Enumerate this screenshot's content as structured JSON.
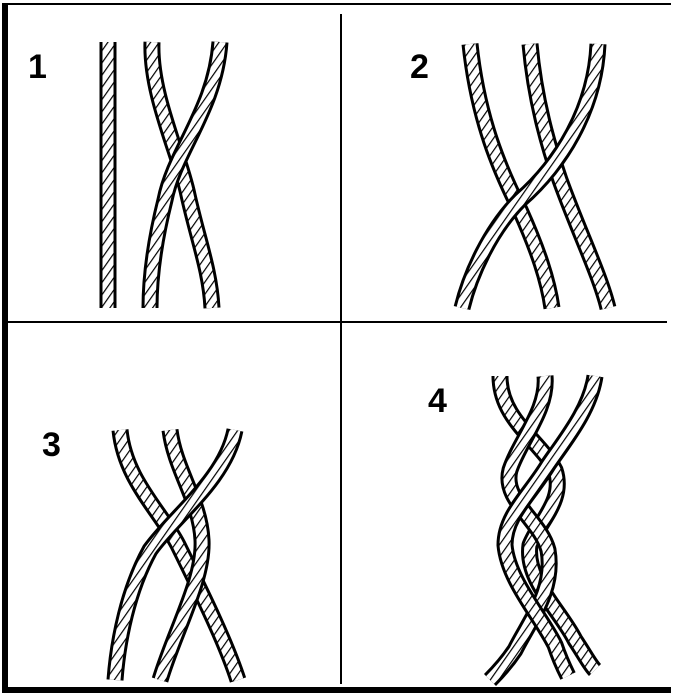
{
  "panels": [
    {
      "id": "panel-1",
      "label": "1"
    },
    {
      "id": "panel-2",
      "label": "2"
    },
    {
      "id": "panel-3",
      "label": "3"
    },
    {
      "id": "panel-4",
      "label": "4"
    }
  ],
  "colors": {
    "ink": "#000000",
    "paper": "#ffffff"
  },
  "style": {
    "rope_texture": "diagonal-hatch",
    "layout": "2x2 grid"
  }
}
